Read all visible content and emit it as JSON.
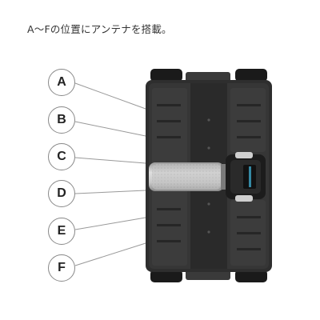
{
  "caption": "A～Fの位置にアンテナを搭載。",
  "markers": [
    {
      "id": "A",
      "label": "A"
    },
    {
      "id": "B",
      "label": "B"
    },
    {
      "id": "C",
      "label": "C"
    },
    {
      "id": "D",
      "label": "D"
    },
    {
      "id": "E",
      "label": "E"
    },
    {
      "id": "F",
      "label": "F"
    }
  ],
  "colors": {
    "body": "#2e2e2e",
    "panel": "#3a3a3a",
    "cylinder": "#bdbdbd",
    "module": "#1c1c1c",
    "accent": "#3fa7c9",
    "leader": "#999999"
  }
}
